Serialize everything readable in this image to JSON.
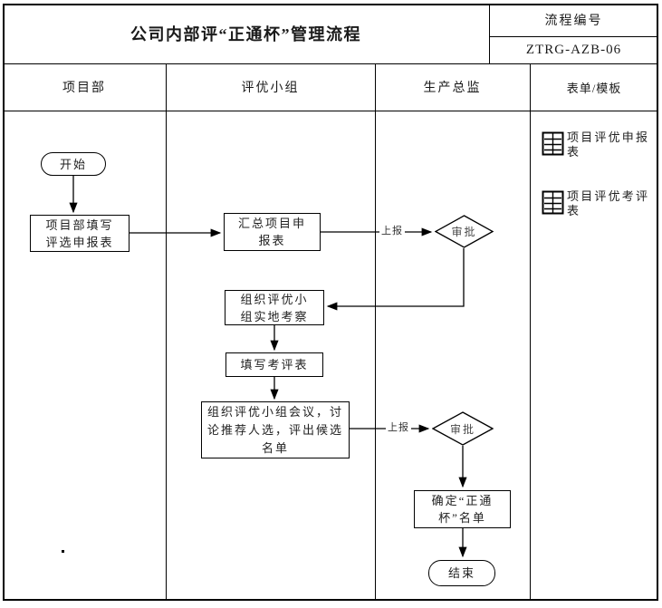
{
  "header": {
    "title": "公司内部评“正通杯”管理流程",
    "code_label": "流程编号",
    "code_value": "ZTRG-AZB-06"
  },
  "lanes": {
    "lane1": "项目部",
    "lane2": "评优小组",
    "lane3": "生产总监",
    "lane4": "表单/模板"
  },
  "flow": {
    "start": "开始",
    "step_fill_application": "项目部填写\n评选申报表",
    "step_summarize": "汇总项目申\n报表",
    "decision_approve_1": "审批",
    "label_submit_1": "上报",
    "step_inspection": "组织评优小\n组实地考察",
    "step_fill_evaluation": "填写考评表",
    "step_meeting": "组织评优小组会议，讨\n论推荐人选，评出候选\n名单",
    "decision_approve_2": "审批",
    "label_submit_2": "上报",
    "step_confirm": "确定“正通\n杯”名单",
    "end": "结束"
  },
  "forms": {
    "item1": "项目评优申报表",
    "item2": "项目评优考评表"
  },
  "colors": {
    "line": "#000000",
    "background": "#ffffff"
  }
}
